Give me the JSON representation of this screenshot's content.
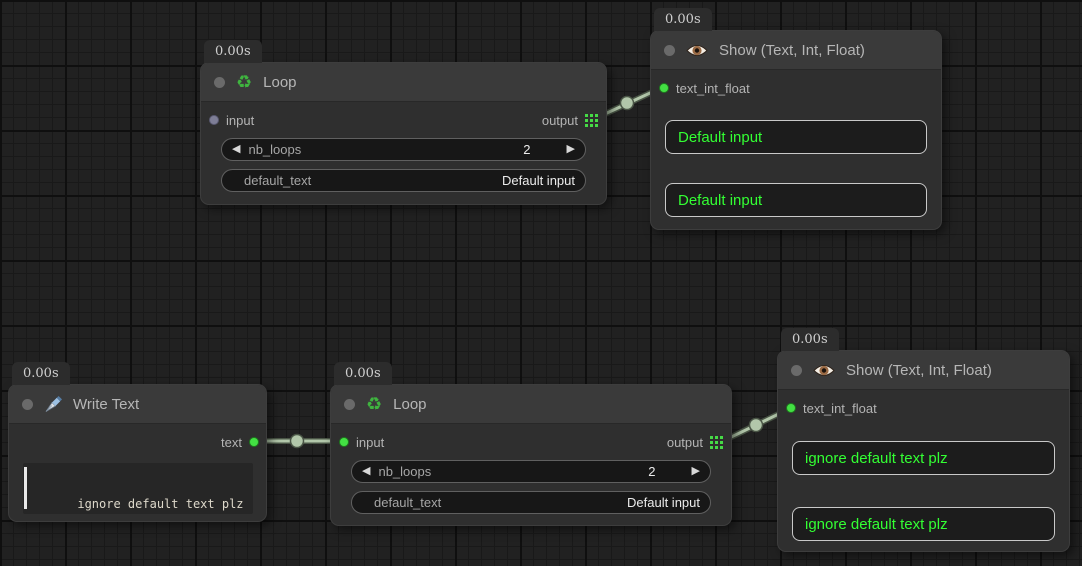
{
  "icons": {
    "recycle": "♻",
    "stepper_left": "◀",
    "stepper_right": "▶"
  },
  "colors": {
    "value_text_green": "#33ff33",
    "link": "#b2c7aa",
    "slot_connected": "#43e043",
    "slot_unconnected": "#7e7e96"
  },
  "nodes": {
    "loop_top": {
      "timer": "0.00s",
      "title": "Loop",
      "slots": {
        "input": "input",
        "output": "output"
      },
      "widgets": {
        "nb_loops": {
          "label": "nb_loops",
          "value": "2"
        },
        "default_text": {
          "label": "default_text",
          "value": "Default input"
        }
      }
    },
    "show_top": {
      "timer": "0.00s",
      "title": "Show (Text, Int, Float)",
      "slots": {
        "input": "text_int_float"
      },
      "values": [
        "Default input",
        "Default input"
      ]
    },
    "write_text": {
      "timer": "0.00s",
      "title": "Write Text",
      "slots": {
        "output": "text"
      },
      "text": "ignore default text plz"
    },
    "loop_bottom": {
      "timer": "0.00s",
      "title": "Loop",
      "slots": {
        "input": "input",
        "output": "output"
      },
      "widgets": {
        "nb_loops": {
          "label": "nb_loops",
          "value": "2"
        },
        "default_text": {
          "label": "default_text",
          "value": "Default input"
        }
      }
    },
    "show_bottom": {
      "timer": "0.00s",
      "title": "Show (Text, Int, Float)",
      "slots": {
        "input": "text_int_float"
      },
      "values": [
        "ignore default text plz",
        "ignore default text plz"
      ]
    }
  }
}
